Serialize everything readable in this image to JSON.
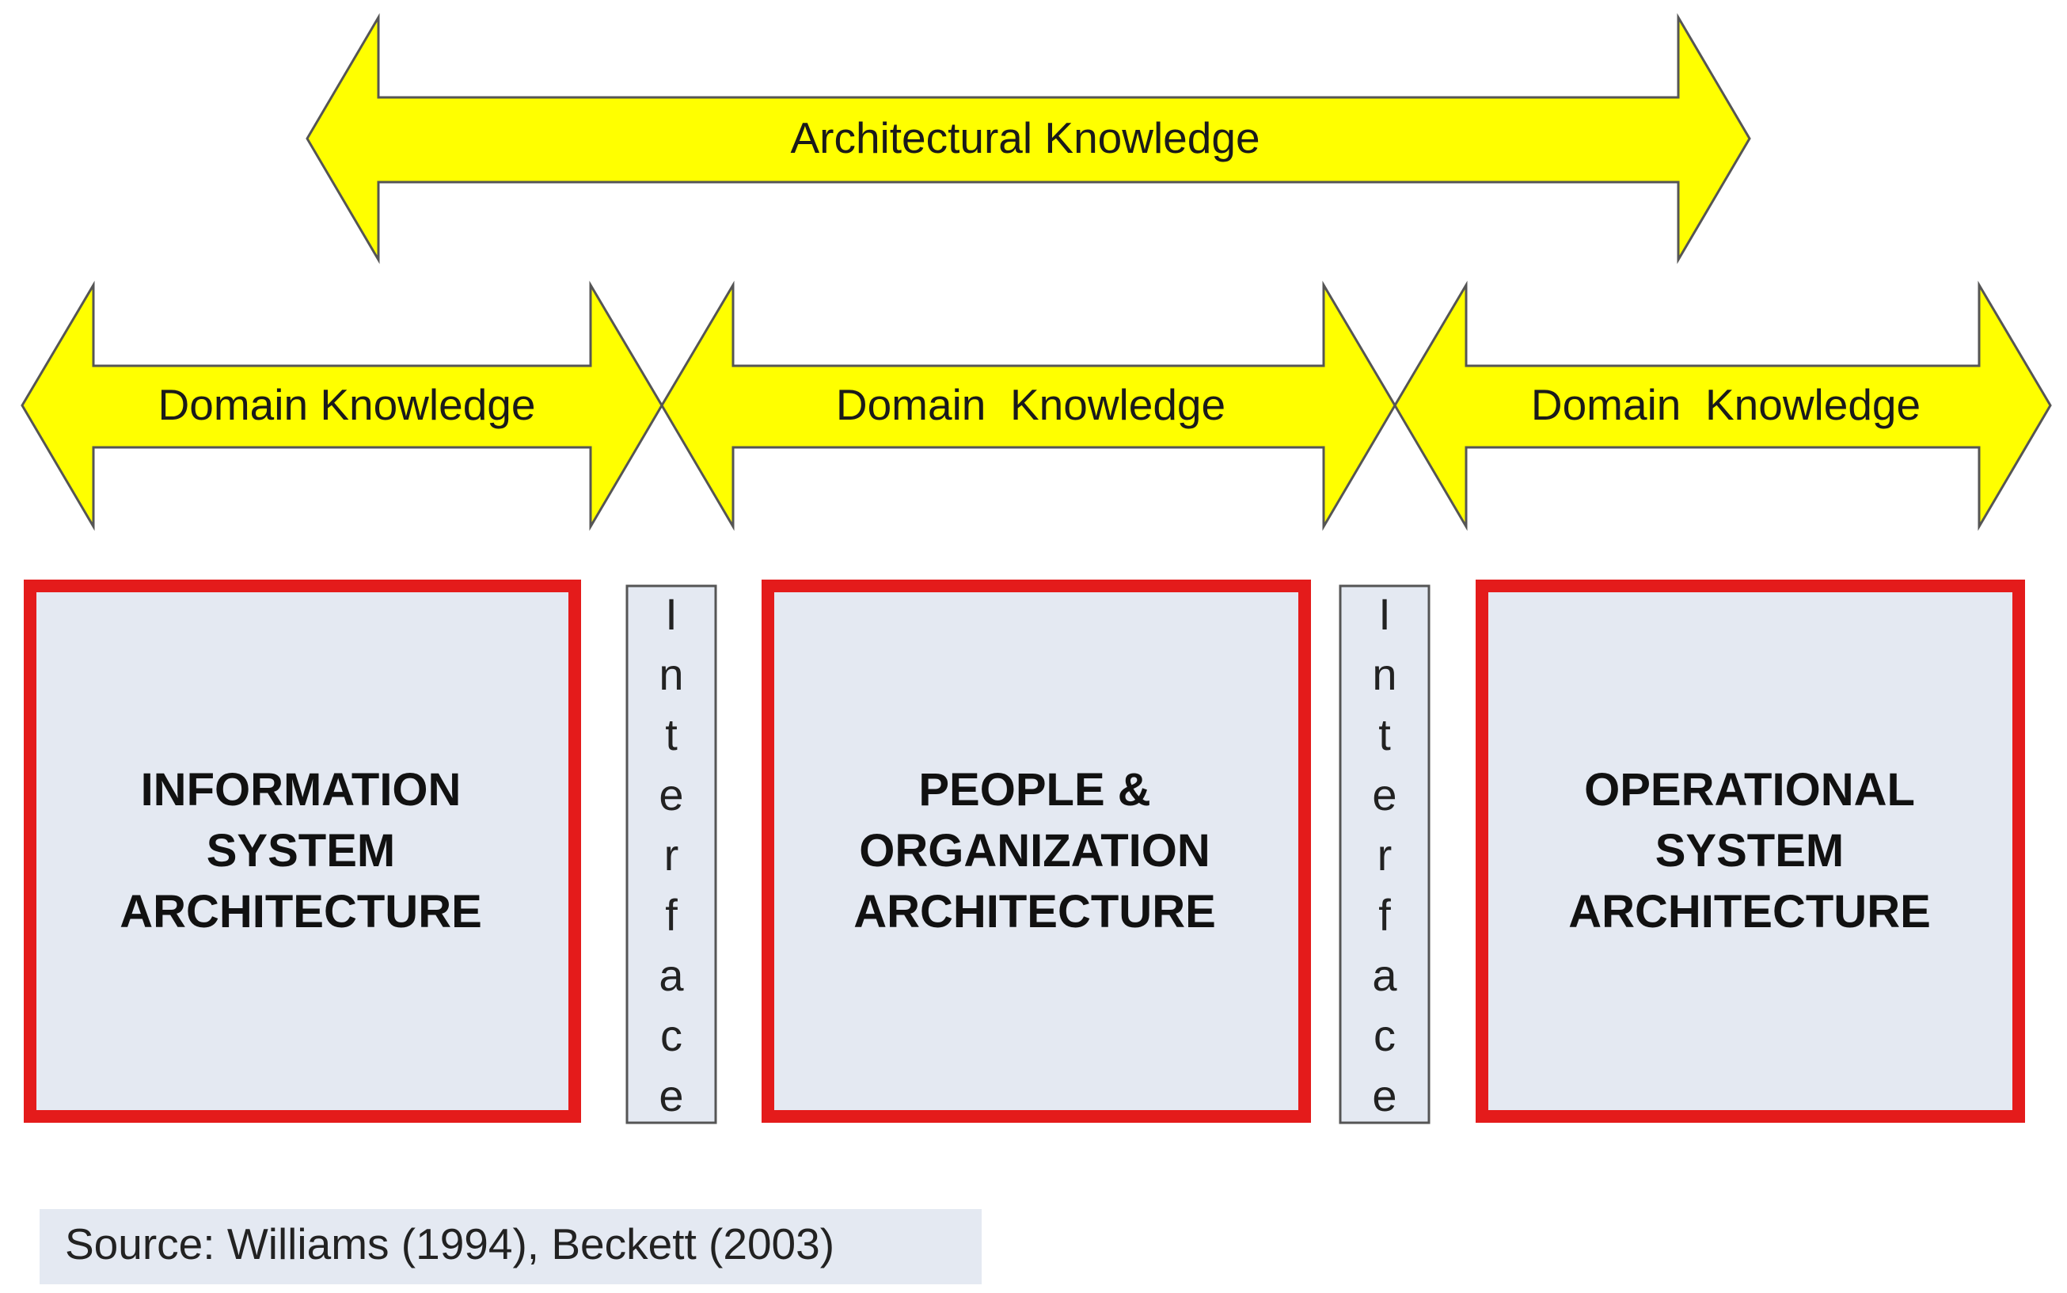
{
  "arrows": {
    "architectural": "Architectural Knowledge",
    "domain_1": "Domain Knowledge",
    "domain_2": "Domain  Knowledge",
    "domain_3": "Domain  Knowledge"
  },
  "boxes": {
    "information": [
      "INFORMATION",
      "SYSTEM",
      "ARCHITECTURE"
    ],
    "people": [
      "PEOPLE &",
      "ORGANIZATION",
      "ARCHITECTURE"
    ],
    "operational": [
      "OPERATIONAL",
      "SYSTEM",
      "ARCHITECTURE"
    ]
  },
  "interfaces": {
    "left": [
      "I",
      "n",
      "t",
      "e",
      "r",
      "f",
      "a",
      "c",
      "e"
    ],
    "right": [
      "I",
      "n",
      "t",
      "e",
      "r",
      "f",
      "a",
      "c",
      "e"
    ]
  },
  "source": "Source: Williams (1994), Beckett (2003)",
  "colors": {
    "arrow_fill": "#ffff00",
    "box_border": "#e41b1b",
    "box_fill": "#e4e9f2"
  }
}
